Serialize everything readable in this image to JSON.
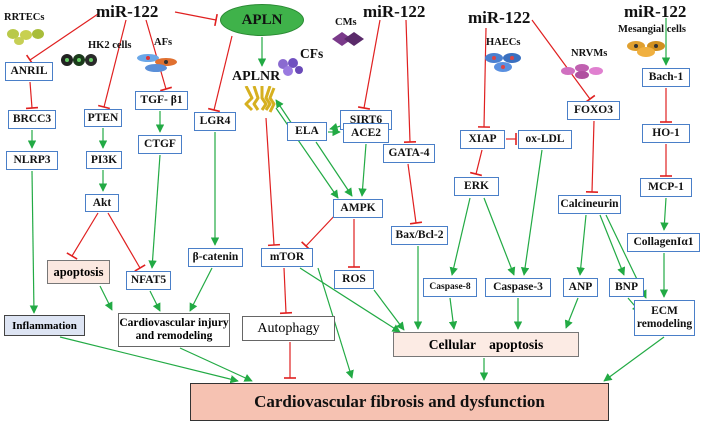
{
  "mirs": [
    "miR-122",
    "miR-122",
    "miR-122",
    "miR-122"
  ],
  "cells": {
    "rrtecs": "RRTECs",
    "hk2": "HK2 cells",
    "afs": "AFs",
    "cms": "CMs",
    "cfs": "CFs",
    "haecs": "HAECs",
    "nrvms": "NRVMs",
    "mesangial": "Mesangial cells"
  },
  "nodes": {
    "apln": "APLN",
    "aplnr": "APLNR",
    "anril": "ANRIL",
    "brcc3": "BRCC3",
    "nlrp3": "NLRP3",
    "pten": "PTEN",
    "pi3k": "PI3K",
    "akt": "Akt",
    "tgfb1": "TGF- β1",
    "ctgf": "CTGF",
    "lgr4": "LGR4",
    "bcatenin": "β-catenin",
    "sirt6": "SIRT6",
    "ela": "ELA",
    "ace2": "ACE2",
    "ampk": "AMPK",
    "mtor": "mTOR",
    "ros": "ROS",
    "gata4": "GATA-4",
    "baxbcl2": "Bax/Bcl-2",
    "xiap": "XIAP",
    "oxldl": "ox-LDL",
    "erk": "ERK",
    "caspase8": "Caspase-8",
    "caspase3": "Caspase-3",
    "foxo3": "FOXO3",
    "calcineurin": "Calcineurin",
    "anp": "ANP",
    "bnp": "BNP",
    "bach1": "Bach-1",
    "ho1": "HO-1",
    "mcp1": "MCP-1",
    "collagen": "CollagenIα1",
    "ecm1": "ECM",
    "ecm2": "remodeling",
    "nfat5": "NFAT5"
  },
  "outcomes": {
    "apoptosis": "apoptosis",
    "inflammation": "Inflammation",
    "cv_injury": "Cardiovascular injury and remodeling",
    "autophagy": "Autophagy",
    "cellular_apoptosis": "Cellular apoptosis",
    "final": "Cardiovascular fibrosis and dysfunction"
  },
  "colors": {
    "activate": "#22aa44",
    "inhibit": "#e02020",
    "node_border": "#4a7fc8",
    "apln_fill": "#3fb24a",
    "final_fill": "#f6c2b2"
  }
}
